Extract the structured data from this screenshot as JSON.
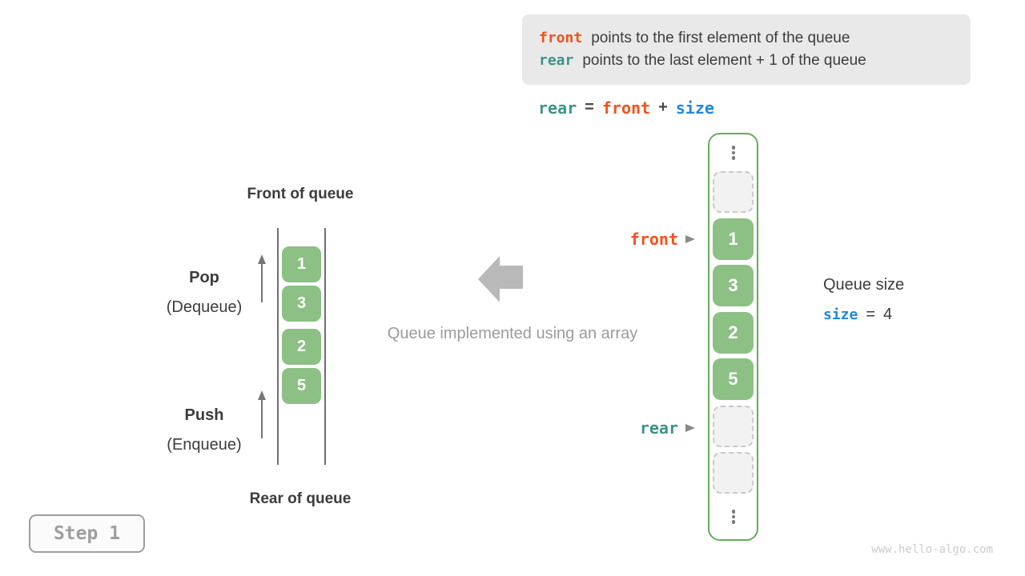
{
  "info_box": {
    "line1": {
      "code": "front",
      "text": "points to the first element of the queue"
    },
    "line2": {
      "code": "rear",
      "text": "points to the last element + 1 of the queue"
    }
  },
  "formula": {
    "rear": "rear",
    "eq": "=",
    "front": "front",
    "plus": "+",
    "size": "size"
  },
  "left_diagram": {
    "front_label": "Front of queue",
    "rear_label": "Rear of queue",
    "pop_title": "Pop",
    "pop_subtitle": "(Dequeue)",
    "push_title": "Push",
    "push_subtitle": "(Enqueue)",
    "values": [
      "1",
      "3",
      "2",
      "5"
    ]
  },
  "middle": {
    "caption": "Queue implemented using an array"
  },
  "array_diagram": {
    "front_pointer": "front",
    "rear_pointer": "rear",
    "cells": [
      "1",
      "3",
      "2",
      "5"
    ]
  },
  "queue_size": {
    "label": "Queue size",
    "var": "size",
    "eq": "=",
    "value": "4"
  },
  "step_badge": {
    "label": "Step 1"
  },
  "watermark": "www.hello-algo.com",
  "colors": {
    "front_orange": "#f4511e",
    "rear_teal": "#3b9488",
    "size_blue": "#1e88e5",
    "cell_green": "#8cc084",
    "array_border_green": "#65ad5b",
    "info_box_bg": "#e9e9e9",
    "gray_text": "#9b9b9b"
  }
}
